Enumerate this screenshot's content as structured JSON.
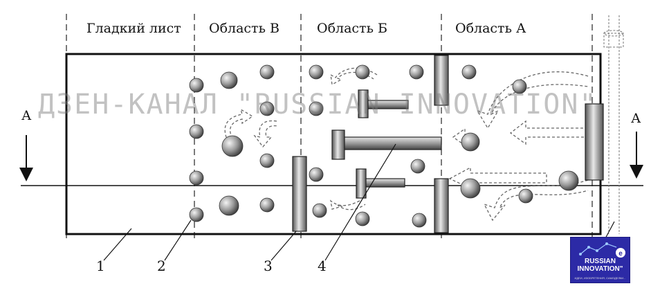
{
  "regions": [
    "Гладкий лист",
    "Область В",
    "Область Б",
    "Область А"
  ],
  "numbers": [
    "1",
    "2",
    "3",
    "4"
  ],
  "section_marks": [
    "А",
    "А"
  ],
  "watermark": "ДЗЕН-КАНАЛ \"RUSSIAN INNOVATION\"",
  "logo": {
    "line1": "RUSSIAN",
    "line2": "INNOVATION\"",
    "line3": "ИДЕИ, ИЗОБРЕТЕНИЯ, САМОДЕЛКИ..."
  }
}
